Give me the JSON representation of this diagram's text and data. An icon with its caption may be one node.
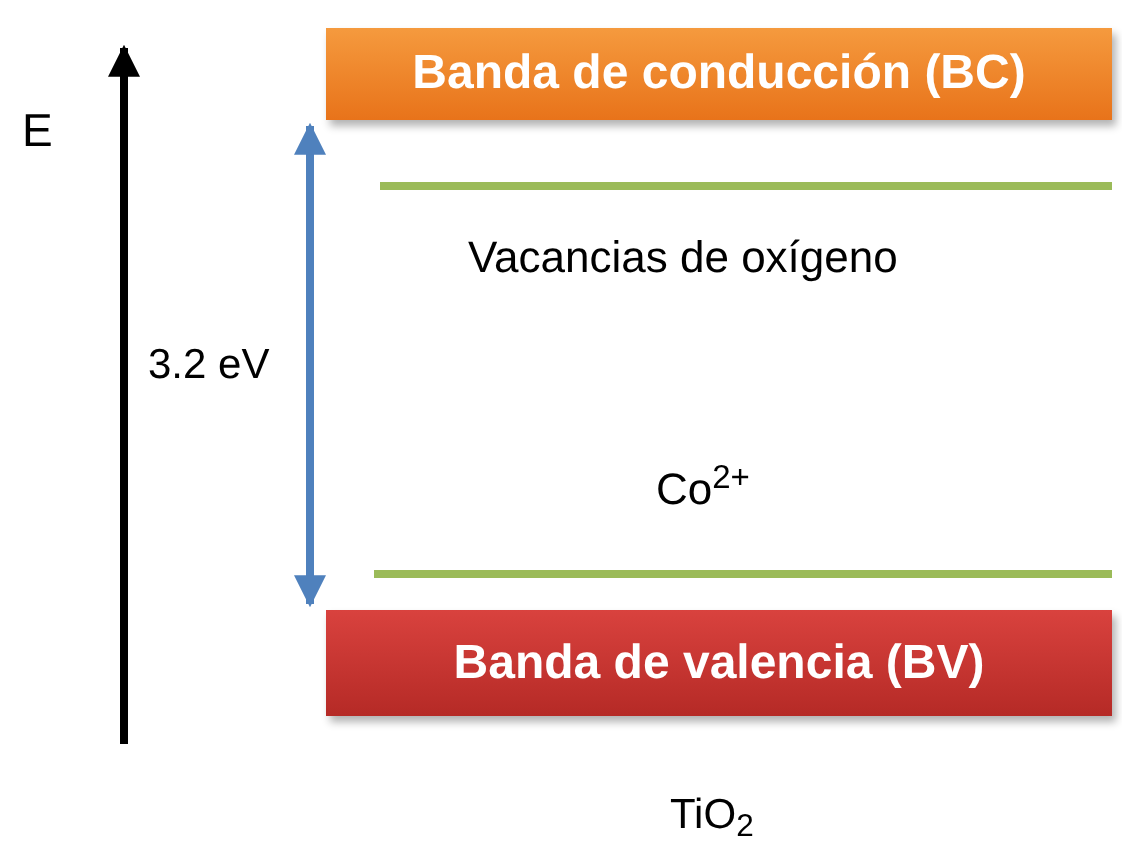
{
  "diagram": {
    "nodes": [
      {
        "text": [
          "Banda de conducción (BC)"
        ]
      },
      {
        "text": [
          "Banda de valencia (BV)"
        ]
      },
      {
        "text": [],
        "shape": "bar",
        "beside": [
          "Vacancias de oxígeno"
        ]
      },
      {
        "text": [],
        "shape": "bar",
        "beside": [
          "Co$^{2+}$"
        ]
      }
    ],
    "edges": [
      {
        "from": 0,
        "to": 1,
        "arrow": "both",
        "label": "3.2 eV"
      }
    ],
    "labels": [
      "E",
      "TiO$_{2}$"
    ]
  }
}
